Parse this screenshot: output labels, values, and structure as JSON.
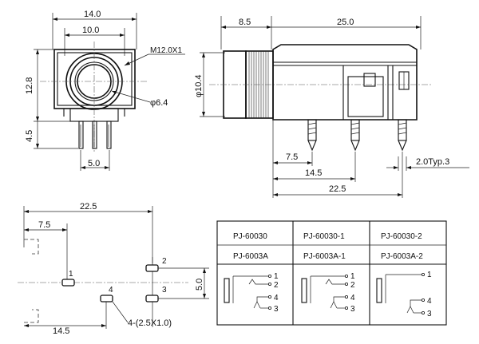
{
  "front_view": {
    "dim_top_outer": "14.0",
    "dim_top_inner": "10.0",
    "dim_thread": "M12.0X1",
    "dim_height": "12.8",
    "dim_dia": "φ6.4",
    "dim_pin_len": "4.5",
    "dim_pin_span": "5.0"
  },
  "side_view": {
    "dim_nut_len": "8.5",
    "dim_body_len": "25.0",
    "dim_dia": "φ10.4",
    "dim_a": "7.5",
    "dim_b": "14.5",
    "dim_c": "22.5",
    "dim_typ": "2.0Typ.3"
  },
  "footprint": {
    "dim_width": "22.5",
    "dim_left": "7.5",
    "dim_bottom": "14.5",
    "dim_pitch": "5.0",
    "pad_note": "4-(2.5X1.0)",
    "pads": [
      "1",
      "2",
      "3",
      "4"
    ]
  },
  "table": {
    "header_row1": [
      "PJ-60030",
      "PJ-60030-1",
      "PJ-60030-2"
    ],
    "header_row2": [
      "PJ-6003A",
      "PJ-6003A-1",
      "PJ-6003A-2"
    ],
    "schematic_pins": {
      "col1": [
        "1",
        "2",
        "4",
        "3"
      ],
      "col2": [
        "1",
        "2",
        "4",
        "3"
      ],
      "col3": [
        "1",
        "4",
        "3"
      ]
    }
  }
}
